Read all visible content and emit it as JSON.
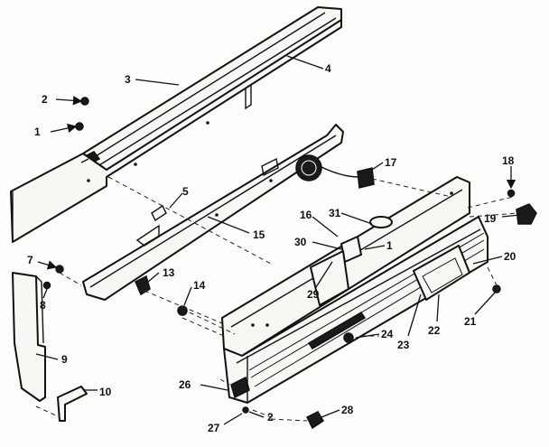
{
  "diagram": {
    "callouts": [
      {
        "id": "c1",
        "label": "1"
      },
      {
        "id": "c2",
        "label": "2"
      },
      {
        "id": "c3",
        "label": "3"
      },
      {
        "id": "c4",
        "label": "4"
      },
      {
        "id": "c5",
        "label": "5"
      },
      {
        "id": "c7",
        "label": "7"
      },
      {
        "id": "c8",
        "label": "8"
      },
      {
        "id": "c9",
        "label": "9"
      },
      {
        "id": "c10",
        "label": "10"
      },
      {
        "id": "c13",
        "label": "13"
      },
      {
        "id": "c14",
        "label": "14"
      },
      {
        "id": "c15",
        "label": "15"
      },
      {
        "id": "c16",
        "label": "16"
      },
      {
        "id": "c17",
        "label": "17"
      },
      {
        "id": "c18",
        "label": "18"
      },
      {
        "id": "c19",
        "label": "19"
      },
      {
        "id": "c20",
        "label": "20"
      },
      {
        "id": "c21",
        "label": "21"
      },
      {
        "id": "c22",
        "label": "22"
      },
      {
        "id": "c23",
        "label": "23"
      },
      {
        "id": "c24",
        "label": "24"
      },
      {
        "id": "c26",
        "label": "26"
      },
      {
        "id": "c27",
        "label": "27"
      },
      {
        "id": "c2b",
        "label": "2"
      },
      {
        "id": "c28",
        "label": "28"
      },
      {
        "id": "c29",
        "label": "29"
      },
      {
        "id": "c30",
        "label": "30"
      },
      {
        "id": "c31",
        "label": "31"
      },
      {
        "id": "c1b",
        "label": "1"
      }
    ]
  }
}
